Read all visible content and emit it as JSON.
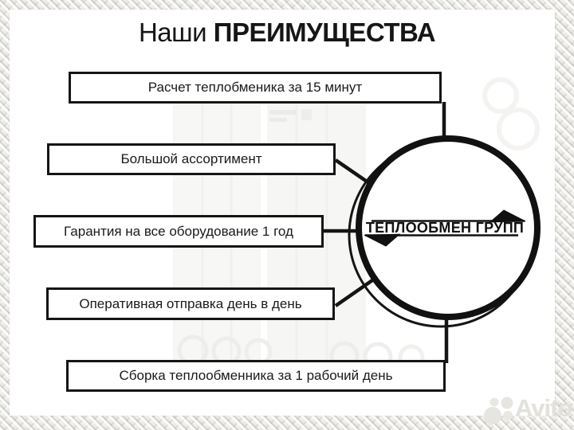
{
  "title": {
    "prefix": "Наши",
    "emphasis": "ПРЕИМУЩЕСТВА"
  },
  "advantages": [
    "Расчет теплобменика за 15 минут",
    "Большой ассортимент",
    "Гарантия на все оборудование 1 год",
    "Оперативная отправка день в день",
    "Сборка теплообменника за 1 рабочий день"
  ],
  "logo": {
    "text": "ТЕПЛООБМЕН ГРУПП"
  },
  "watermark": {
    "brand": "Avito"
  },
  "colors": {
    "ink": "#151515",
    "panel": "#ffffff",
    "frame_texture": "#dcdad5",
    "watermark": "#e2e1dc"
  }
}
